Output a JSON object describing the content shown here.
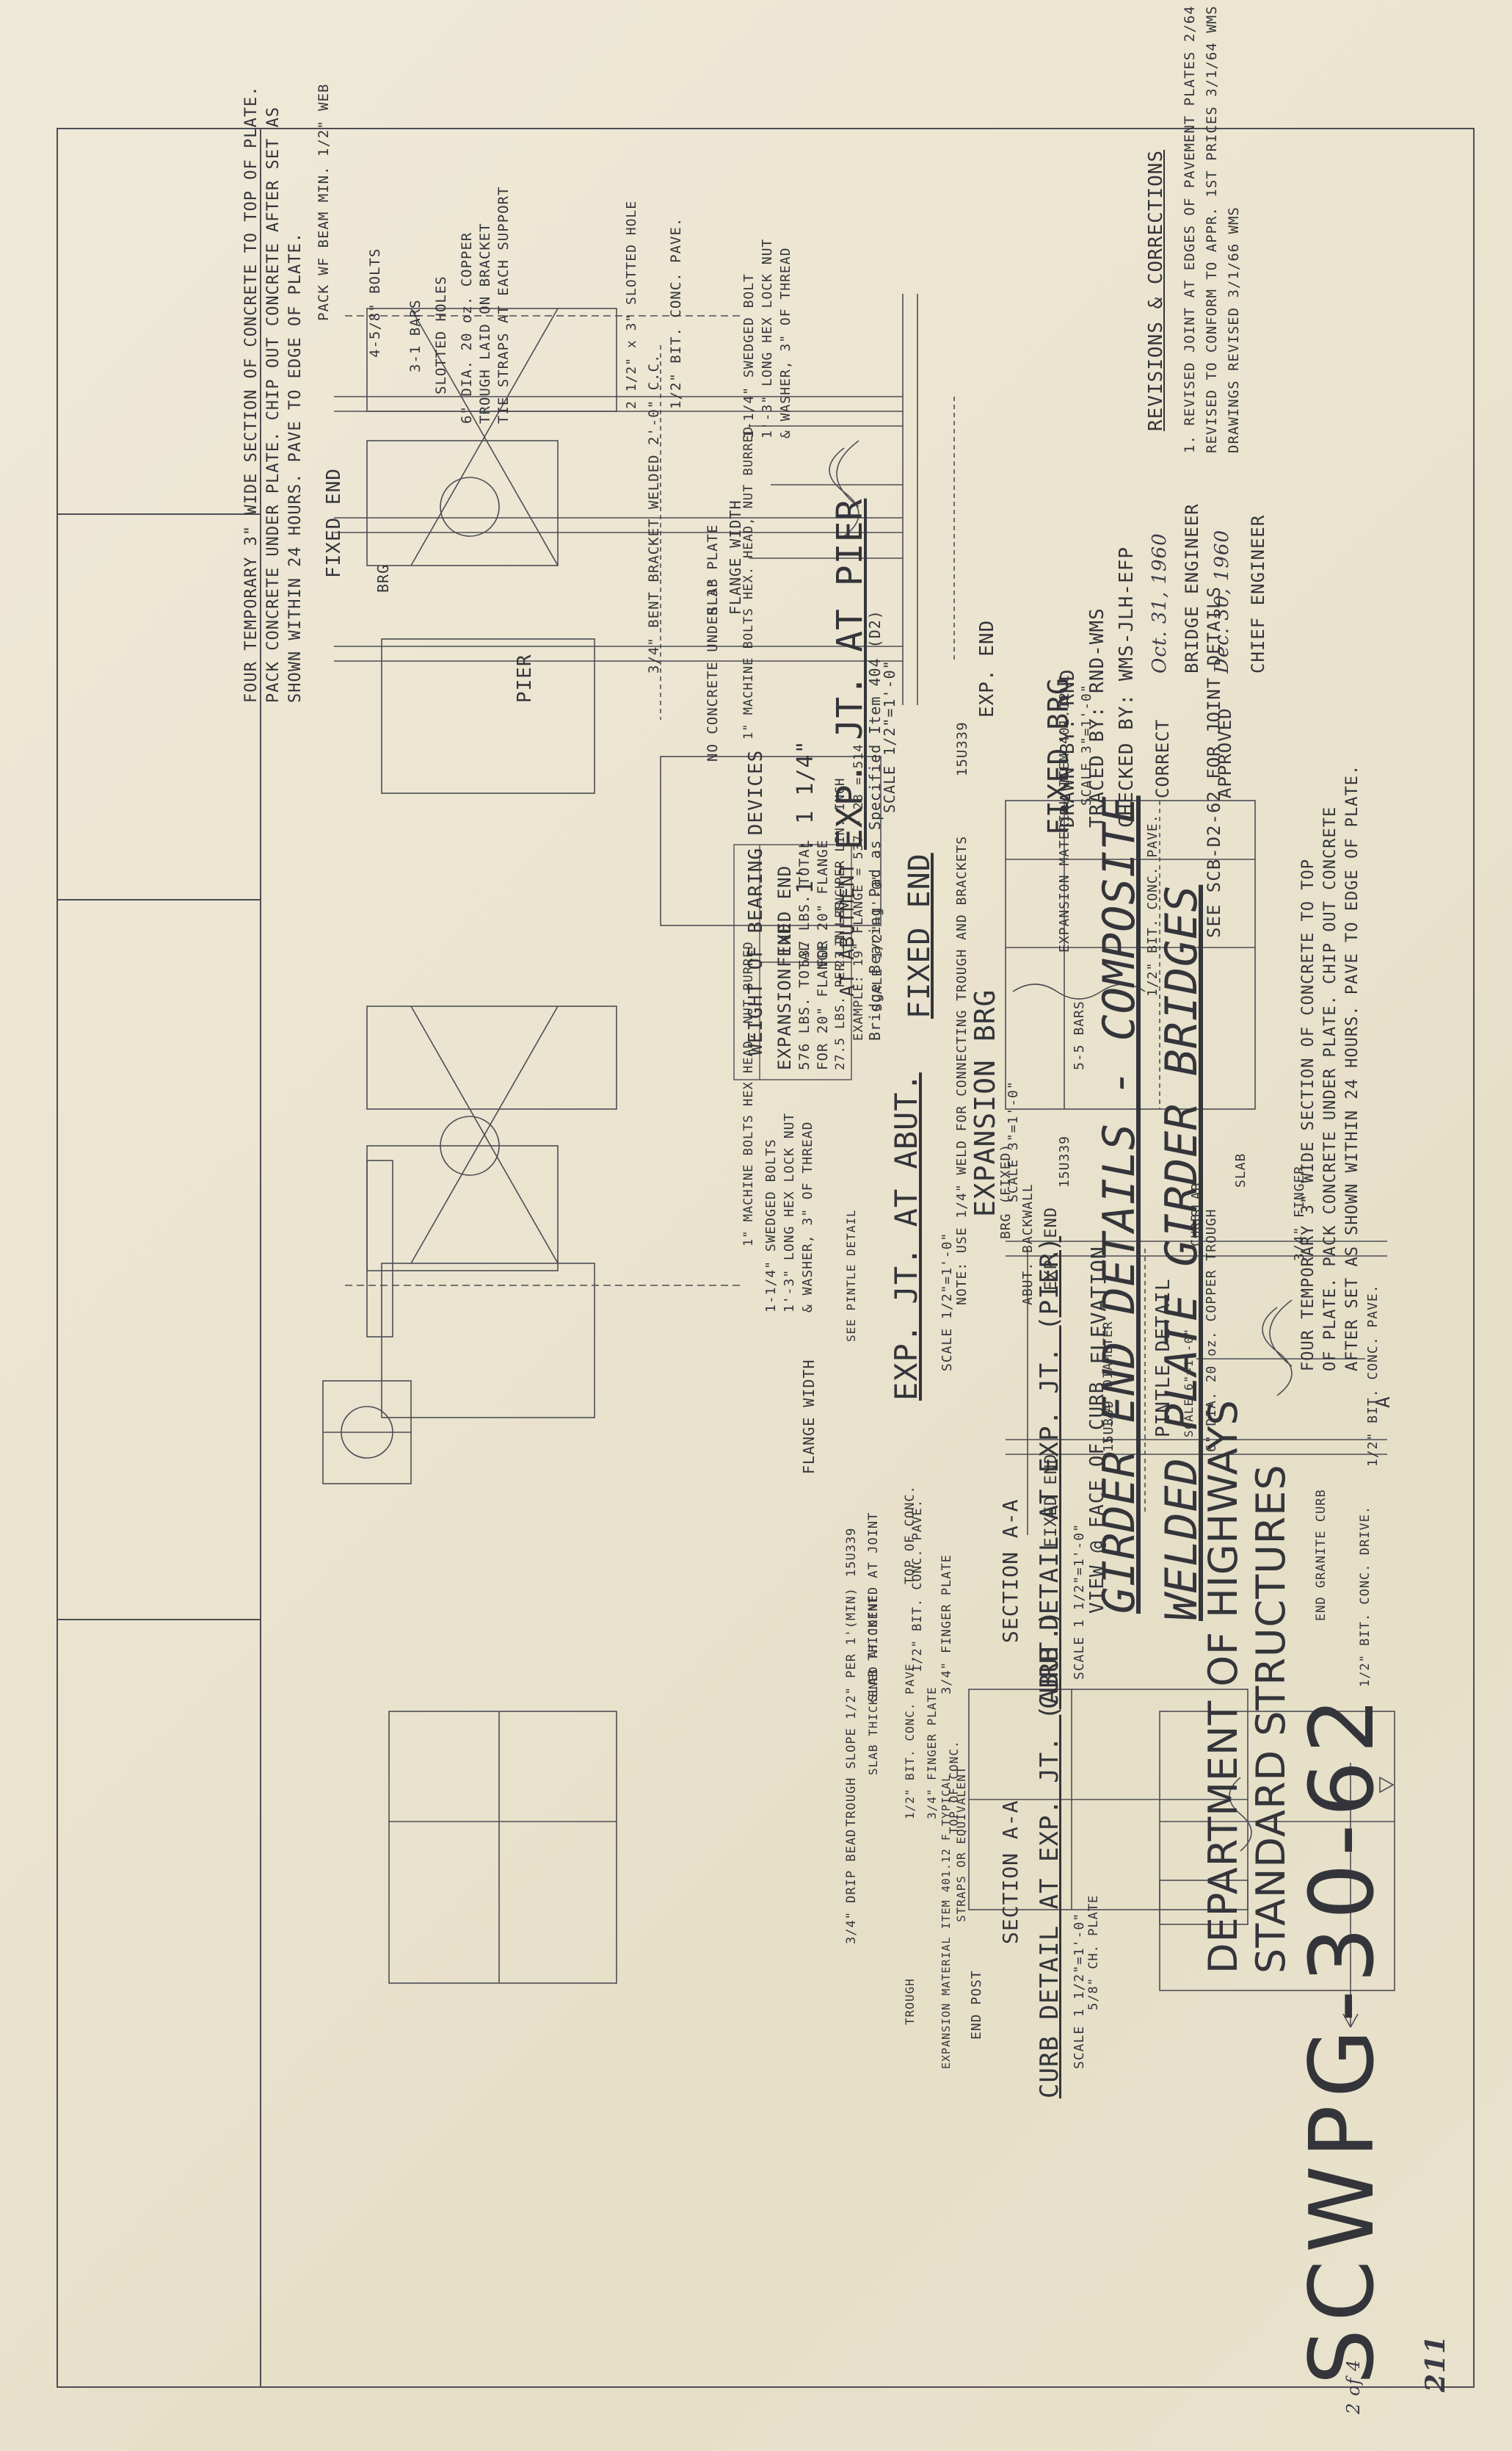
{
  "sheet": {
    "number": "SCWPG-30-62",
    "sheet_of": "2 of 4",
    "handwritten_mark": "211",
    "department_line1": "DEPARTMENT OF HIGHWAYS",
    "department_line2": "STANDARD STRUCTURES",
    "title_line1": "GIRDER END DETAILS - COMPOSITE",
    "title_line2": "WELDED PLATE GIRDER BRIDGES",
    "paper_color": "#ebe4d0",
    "ink_color": "#34353a"
  },
  "revisions": {
    "heading": "REVISIONS & CORRECTIONS",
    "items": [
      "1. REVISED JOINT AT EDGES OF PAVEMENT PLATES 2/64",
      "REVISED TO CONFORM TO APPR. 1ST PRICES 3/1/64 WMS",
      "DRAWINGS REVISED 3/1/66 WMS"
    ]
  },
  "signatures": {
    "drawn_by": "DRAWN BY: RND",
    "traced_by": "TRACED BY: RND-WMS",
    "checked_by": "CHECKED BY: WMS-JLH-EFP",
    "correct": "CORRECT",
    "bridge_engineer": "BRIDGE ENGINEER",
    "approved": "APPROVED",
    "chief_engineer": "CHIEF ENGINEER",
    "sig_date1": "Oct. 31, 1960",
    "sig_date2": "Dec. 30, 1960"
  },
  "details": {
    "exp_jt_pier": {
      "title": "EXP. JT. AT PIER",
      "scale": "SCALE 1/2\"=1'-0\"",
      "fixed_end": "FIXED END",
      "pier": "PIER",
      "exp_end": "EXP. END",
      "brg": "BRG",
      "note_top": "FOUR TEMPORARY 3\" WIDE SECTION OF CONCRETE TO TOP OF PLATE.",
      "note_2": "PACK CONCRETE UNDER PLATE. CHIP OUT CONCRETE AFTER SET AS",
      "note_3": "SHOWN WITHIN 24 HOURS. PAVE TO EDGE OF PLATE.",
      "slope": "1' : 1 1/4\"",
      "labels": [
        "PACK WF BEAM MIN. 1/2\" WEB",
        "4-5/8\" BOLTS",
        "3-1 BARS",
        "SLOTTED HOLES",
        "6\" DIA. 20 oz. COPPER",
        "TROUGH LAID ON BRACKET",
        "TIE STRAPS AT EACH SUPPORT",
        "1/2\" BIT. CONC. PAVE.",
        "SLAB",
        "3/4\" BENT BRACKET WELDED 2'-0\" C.C.",
        "NO CONCRETE UNDER 3\" PLATE",
        "15U339"
      ]
    },
    "fixed_brg": {
      "title": "FIXED BRG",
      "scale": "SCALE 3\"=1'-0\"",
      "labels": [
        "FLANGE WIDTH",
        "1\" MACHINE BOLTS HEX. HEAD, NUT BURRED",
        "1-1/4\" SWEDGED BOLT",
        "1'-3\" LONG HEX LOCK NUT",
        "& WASHER, 3\" OF THREAD",
        "2 1/2\" x 3\" SLOTTED HOLE"
      ]
    },
    "expansion_brg": {
      "title": "EXPANSION BRG",
      "scale": "SCALE 3\"=1'-0\"",
      "labels": [
        "FLANGE WIDTH",
        "1\" MACHINE BOLTS HEX HEAD, NUT BURRED",
        "1-1/4\" SWEDGED BOLTS",
        "1'-3\" LONG HEX LOCK NUT",
        "& WASHER, 3\" OF THREAD",
        "SEE PINTLE DETAIL",
        "Bridge Bearing Pad as Specified Item 404 (D2)"
      ]
    },
    "pintle_detail": {
      "title": "PINTLE DETAIL",
      "scale": "SCALE 6\"=1'-0\"",
      "labels": [
        "1 1/4\" DIAMETER"
      ]
    },
    "weight_table": {
      "heading": "WEIGHT OF BEARING DEVICES",
      "columns": [
        "FIXED END",
        "EXPANSION END"
      ],
      "rows": [
        [
          "537 LBS. TOTAL",
          "576 LBS. TOTAL"
        ],
        [
          "FOR 20\" FLANGE",
          "FOR 20\" FLANGE"
        ],
        [
          "23.1 LBS. PER LIN. INCH",
          "27.5 LBS. PER LIN. INCH"
        ],
        [
          "EXAMPLE: 19\" FLANGE = 537 - 23 = 514",
          ""
        ]
      ]
    },
    "abutment_fixed": {
      "title": "FIXED END",
      "subtitle": "AT ABUTMENT",
      "scale": "SCALE 1/2\"=1'-0\"",
      "see_note": "SEE SCB-D2-62 FOR JOINT DETAILS",
      "labels": [
        "EXPANSION MATERIAL ITEM 401.12 C",
        "5-5 BARS",
        "BRG (FIXED)",
        "15U339",
        "1/2\" BIT. CONC. PAVE.",
        "SLAB"
      ]
    },
    "exp_jt_abut": {
      "title": "EXP. JT. AT ABUT.",
      "scale": "SCALE 1/2\"=1'-0\"",
      "note_top": "FOUR TEMPORARY 3\" WIDE SECTION OF CONCRETE TO TOP",
      "note_2": "OF PLATE. PACK CONCRETE UNDER PLATE. CHIP OUT CONCRETE",
      "note_3": "AFTER SET AS SHOWN WITHIN 24 HOURS. PAVE TO EDGE OF PLATE.",
      "labels": [
        "3/4\" FINGER",
        "ABUT. BACKWALL",
        "6\" DIA. 20 oz. COPPER TROUGH",
        "1/2\" BIT. CONC. PAVE.",
        "15U339",
        "SLAB"
      ]
    },
    "curb_pier": {
      "title": "CURB DETAIL AT EXP. JT. (PIER)",
      "scale": "SCALE 1 1/2\"=1'-0\"",
      "section": "SECTION A-A",
      "labels": [
        "SLAB THICKENED AT JOINT",
        "1/2\" BIT. CONC. PAVE.",
        "3/4\" FINGER PLATE",
        "TOP OF CONC.",
        "TROUGH SLOPE 1/2\" PER 1'(MIN)",
        "3/4\" DRIP BEAD",
        "15U339",
        "5/8\" CH. PLATE"
      ]
    },
    "curb_abut": {
      "title": "CURB DETAIL AT EXP. JT. (ABUT.)",
      "scale": "SCALE 1 1/2\"=1'-0\"",
      "section": "SECTION A-A",
      "labels": [
        "SLAB THICKENED AT JOINT",
        "1/2\" BIT. CONC. PAVE.",
        "3/4\" FINGER PLATE",
        "TOP OF CONC.",
        "TROUGH",
        "STRAPS OR EQUIVALENT",
        "END POST",
        "EXPANSION MATERIAL ITEM 401.12 F TYPICAL"
      ]
    },
    "curb_elevation": {
      "title": "ELEVATION",
      "subtitle": "VIEW @ FACE OF CURB",
      "exp_end": "EXP. END",
      "fixed_end": "FIXED END",
      "note": "NOTE: USE 1/4\" WELD FOR CONNECTING TROUGH AND BRACKETS",
      "labels": [
        "1/2\" BIT. CONC. DRIVE.",
        "END GRANITE CURB",
        "CURB",
        "A"
      ]
    }
  }
}
